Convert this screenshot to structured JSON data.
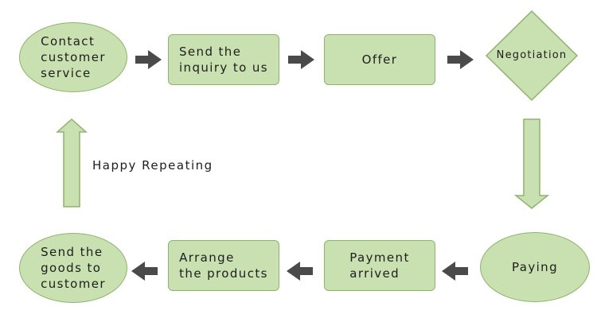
{
  "diagram": {
    "nodes": {
      "contact": "Contact\ncustomer\nservice",
      "inquiry": "Send the\ninquiry to us",
      "offer": "Offer",
      "negotiation": "Negotiation",
      "paying": "Paying",
      "payment": "Payment\narrived",
      "arrange": "Arrange\nthe products",
      "send_goods": "Send the\ngoods to\ncustomer"
    },
    "loop_label": "Happy Repeating"
  },
  "colors": {
    "node_fill": "#c9e0b0",
    "node_border": "#8fb36f",
    "arrow_dark": "#4a4a4a",
    "arrow_light": "#c9e0b0"
  }
}
